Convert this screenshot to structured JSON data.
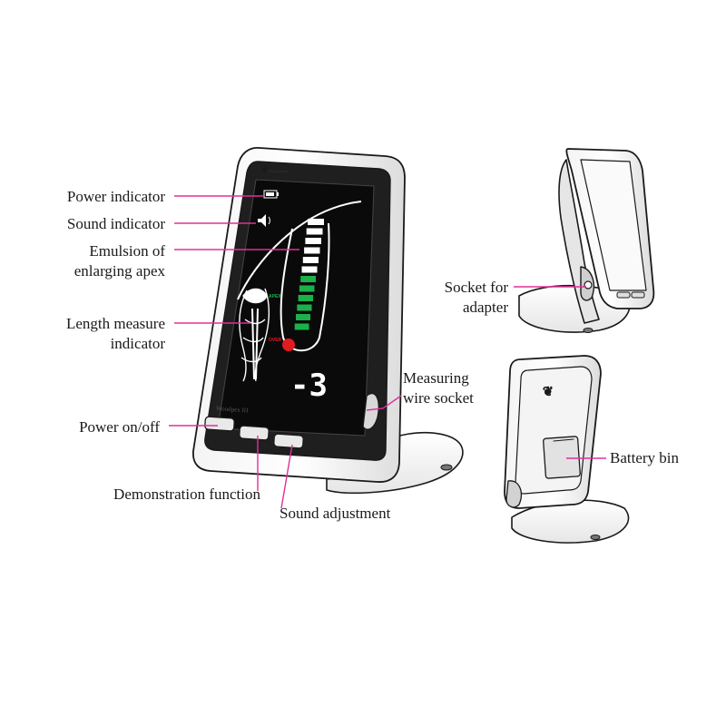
{
  "colors": {
    "leader_line": "#e0309a",
    "outline": "#1a1a1a",
    "screen_black": "#0a0a0a",
    "bar_white": "#ffffff",
    "bar_green": "#1bb04a",
    "apex_red": "#e11b22"
  },
  "device_main": {
    "brand_mark": "Woodpecker",
    "model_label": "Woodpex III",
    "screen": {
      "apex_label": "APEX",
      "over_label": "OVER",
      "length_value": "-3",
      "white_bar_count": 6,
      "green_bar_count": 6
    }
  },
  "labels": {
    "power_indicator": "Power indicator",
    "sound_indicator": "Sound indicator",
    "emulsion_line1": "Emulsion of",
    "emulsion_line2": "enlarging apex",
    "length_line1": "Length measure",
    "length_line2": "indicator",
    "power_onoff": "Power on/off",
    "demonstration": "Demonstration function",
    "sound_adjustment": "Sound adjustment",
    "measuring_line1": "Measuring",
    "measuring_line2": "wire socket",
    "socket_line1": "Socket for",
    "socket_line2": "adapter",
    "battery_bin": "Battery bin"
  },
  "icons": [
    "battery-icon",
    "speaker-icon",
    "tooth-icon",
    "woodpecker-logo-icon"
  ]
}
